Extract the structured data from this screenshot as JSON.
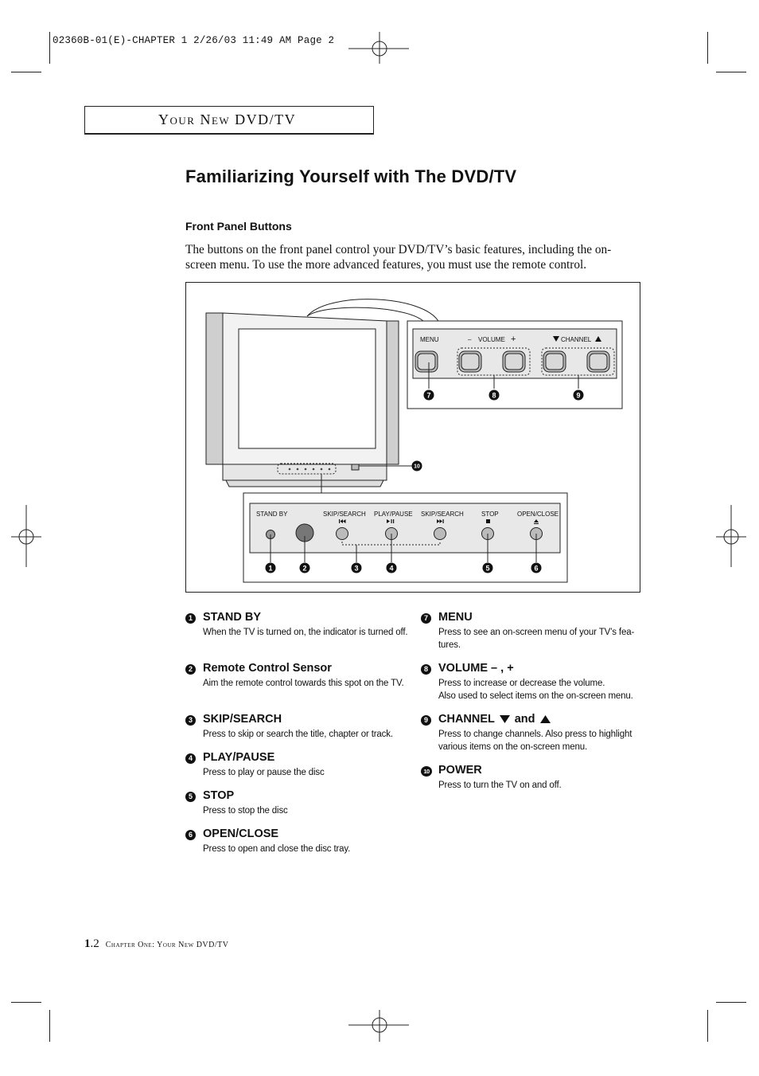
{
  "slug": "02360B-01(E)-CHAPTER 1  2/26/03  11:49 AM  Page 2",
  "chapter_header": "Your New DVD/TV",
  "page_title": "Familiarizing Yourself with The DVD/TV",
  "section_heading": "Front Panel Buttons",
  "intro": "The buttons on the front panel control your DVD/TV’s basic features, including the on-screen menu. To use the more advanced features, you must use the remote control.",
  "figure": {
    "top_panel_labels": {
      "menu": "MENU",
      "volume": "VOLUME",
      "channel": "CHANNEL",
      "minus": "–",
      "plus": "+"
    },
    "bottom_panel_labels": {
      "stand_by": "STAND BY",
      "skip_back": "SKIP/SEARCH",
      "play_pause": "PLAY/PAUSE",
      "skip_fwd": "SKIP/SEARCH",
      "stop": "STOP",
      "open_close": "OPEN/CLOSE"
    },
    "callouts": [
      "1",
      "2",
      "3",
      "4",
      "5",
      "6",
      "7",
      "8",
      "9",
      "10"
    ]
  },
  "items_left": [
    {
      "num": "1",
      "title": "STAND BY",
      "desc": "When the TV is turned on, the indicator is turned off."
    },
    {
      "num": "2",
      "title": "Remote Control Sensor",
      "desc": "Aim the remote control towards this spot on the TV."
    },
    {
      "num": "3",
      "title": "SKIP/SEARCH",
      "desc": "Press to skip or search the title, chapter or track."
    },
    {
      "num": "4",
      "title": "PLAY/PAUSE",
      "desc": "Press to play or pause the disc"
    },
    {
      "num": "5",
      "title": "STOP",
      "desc": "Press to stop the disc"
    },
    {
      "num": "6",
      "title": "OPEN/CLOSE",
      "desc": "Press to open and close the disc tray."
    }
  ],
  "items_right": [
    {
      "num": "7",
      "title": "MENU",
      "desc": "Press to see an on-screen menu of your TV’s fea-tures."
    },
    {
      "num": "8",
      "title": "VOLUME – , +",
      "desc": "Press to increase or decrease the volume.",
      "desc2": "Also used to select items on the on-screen menu."
    },
    {
      "num": "9",
      "title_a": "CHANNEL",
      "title_b": "and",
      "desc": "Press to change channels. Also press to highlight various items on the on-screen menu."
    },
    {
      "num": "10",
      "title": "POWER",
      "desc": "Press to turn the TV on and off."
    }
  ],
  "footer": {
    "page_num": "1",
    "page_num_suffix": ".2",
    "text": "Chapter One: Your New DVD/TV"
  }
}
